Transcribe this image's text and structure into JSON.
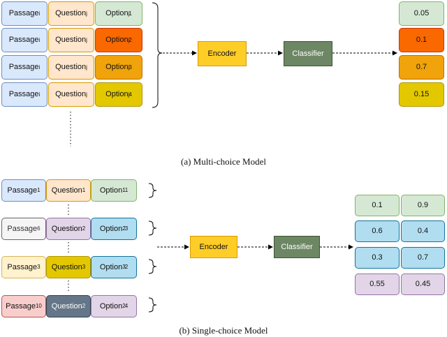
{
  "colors": {
    "passage": "#dae8fc",
    "passage_border": "#6c8ebf",
    "question": "#ffe6cc",
    "question_border": "#d79b00",
    "option_green": "#d5e8d4",
    "option_green_border": "#82b366",
    "orange": "#fa6800",
    "orange_border": "#c73500",
    "amber": "#f0a30a",
    "amber_border": "#bd7000",
    "gold": "#e3c800",
    "gold_border": "#b09500",
    "encoder": "#ffcd28",
    "encoder_border": "#d79b00",
    "classifier": "#6d8764",
    "classifier_border": "#3a5431",
    "grey": "#f5f5f5",
    "grey_border": "#666666",
    "purple": "#e1d5e7",
    "purple_border": "#9673a6",
    "cyan": "#b1ddf0",
    "cyan_border": "#10739e",
    "cream": "#fff2cc",
    "cream_border": "#d6b656",
    "red": "#f8cecc",
    "red_border": "#b85450",
    "slate": "#647687",
    "slate_border": "#314354"
  },
  "multi": {
    "rows": [
      {
        "passage": "Passage",
        "passage_sub": "i",
        "question": "Question",
        "question_sub": "j",
        "option": "Option",
        "option_sub": "j",
        "option_sup": "1",
        "score": "0.05"
      },
      {
        "passage": "Passage",
        "passage_sub": "i",
        "question": "Question",
        "question_sub": "j",
        "option": "Option",
        "option_sub": "j",
        "option_sup": "2",
        "score": "0.1"
      },
      {
        "passage": "Passage",
        "passage_sub": "i",
        "question": "Question",
        "question_sub": "j",
        "option": "Option",
        "option_sub": "j",
        "option_sup": "3",
        "score": "0.7"
      },
      {
        "passage": "Passage",
        "passage_sub": "i",
        "question": "Question",
        "question_sub": "j",
        "option": "Option",
        "option_sub": "j",
        "option_sup": "4",
        "score": "0.15"
      }
    ],
    "encoder": "Encoder",
    "classifier": "Classifier",
    "caption": "(a)  Multi-choice Model"
  },
  "single": {
    "rows": [
      {
        "passage": "Passage",
        "passage_sub": "1",
        "question": "Question",
        "question_sub": "1",
        "option": "Option",
        "option_sub": "1",
        "option_sup": "1"
      },
      {
        "passage": "Passage",
        "passage_sub": "6",
        "question": "Question",
        "question_sub": "2",
        "option": "Option",
        "option_sub": "2",
        "option_sup": "3"
      },
      {
        "passage": "Passage",
        "passage_sub": "3",
        "question": "Question",
        "question_sub": "3",
        "option": "Option",
        "option_sub": "3",
        "option_sup": "2"
      },
      {
        "passage": "Passage",
        "passage_sub": "10",
        "question": "Question",
        "question_sub": "2",
        "option": "Option",
        "option_sub": "2",
        "option_sup": "4"
      }
    ],
    "scores": [
      {
        "a": "0.1",
        "b": "0.9"
      },
      {
        "a": "0.6",
        "b": "0.4"
      },
      {
        "a": "0.3",
        "b": "0.7"
      },
      {
        "a": "0.55",
        "b": "0.45"
      }
    ],
    "encoder": "Encoder",
    "classifier": "Classifier",
    "caption": "(b)  Single-choice Model"
  }
}
